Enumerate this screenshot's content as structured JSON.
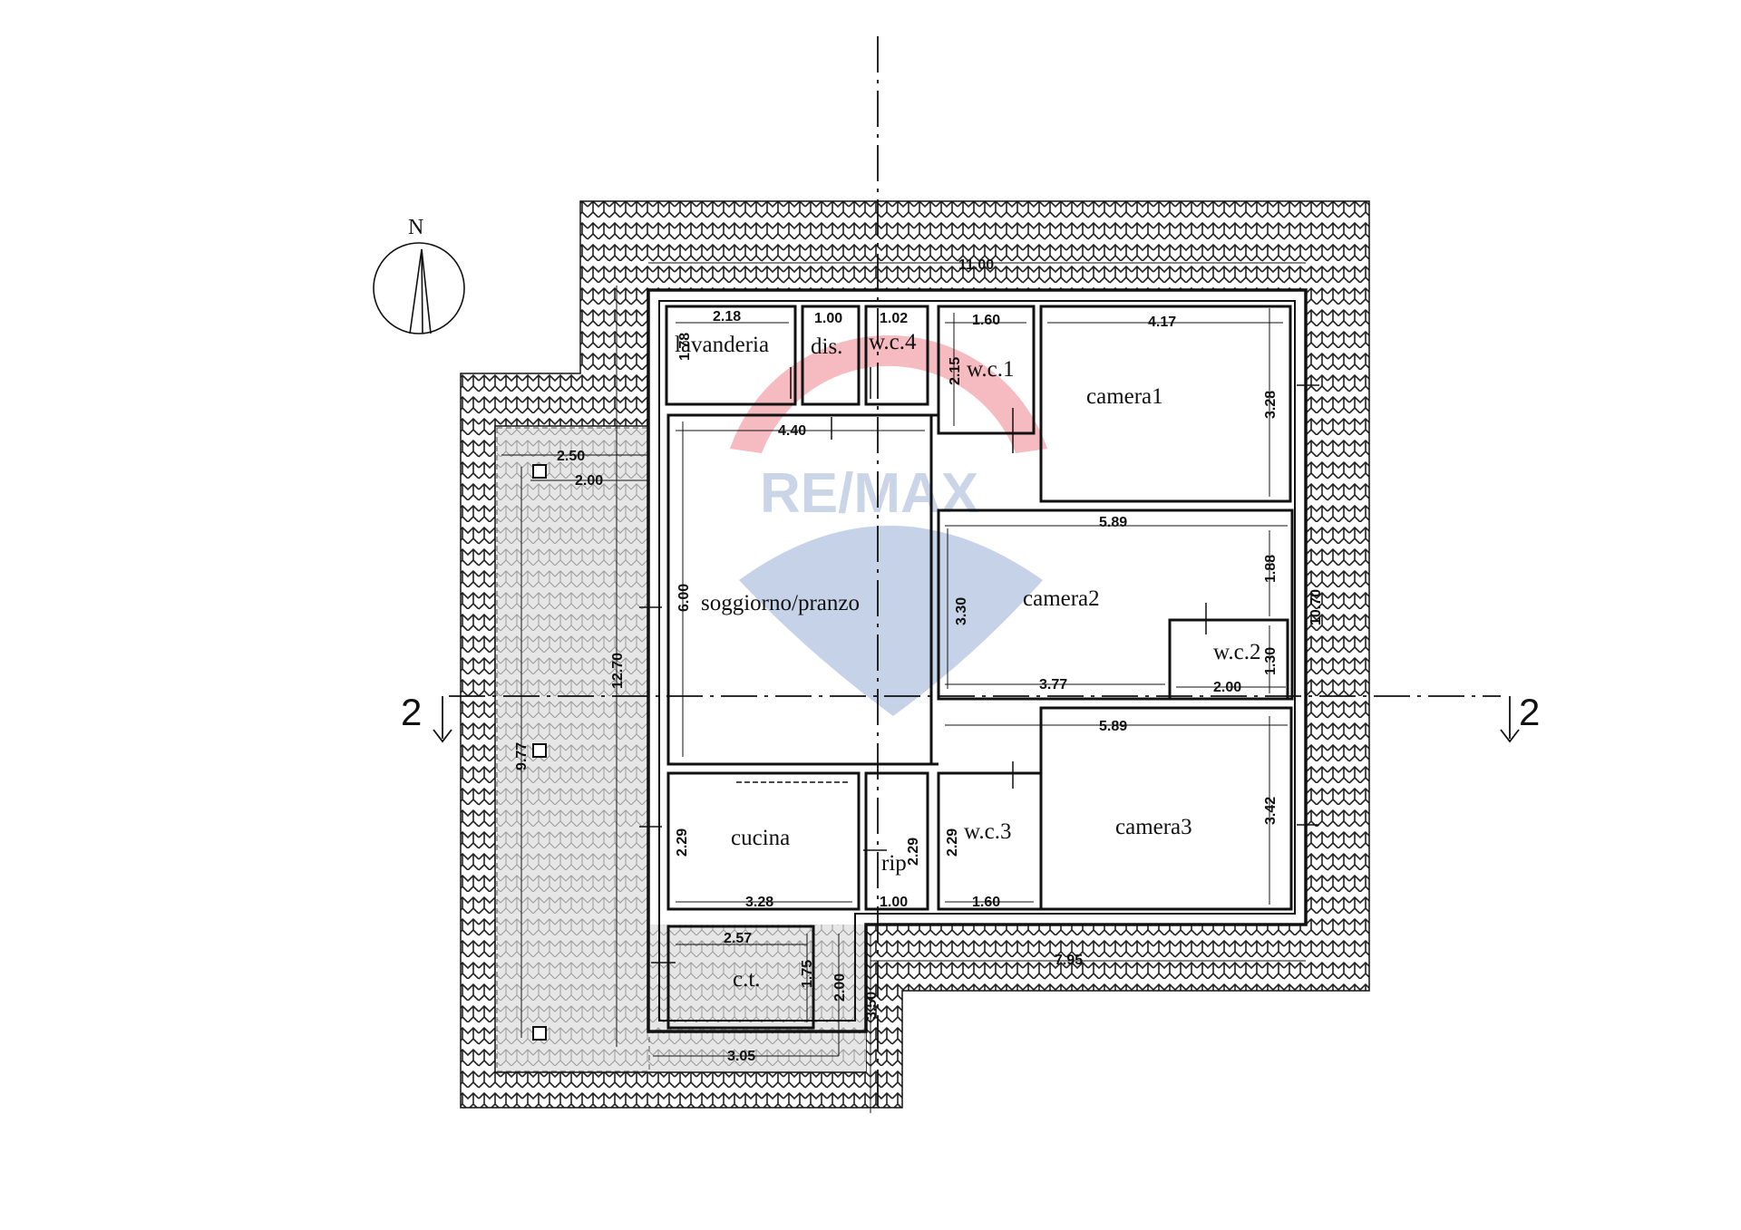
{
  "north_label": "N",
  "section_label": "2",
  "watermark": "RE/MAX",
  "rooms": {
    "lavanderia": "lavanderia",
    "dis": "dis.",
    "wc4": "w.c.4",
    "wc1": "w.c.1",
    "camera1": "camera1",
    "soggiorno": "soggiorno/pranzo",
    "camera2": "camera2",
    "wc2": "w.c.2",
    "cucina": "cucina",
    "rip": "rip",
    "wc3": "w.c.3",
    "camera3": "camera3",
    "ct": "c.t."
  },
  "dims": {
    "d_11_00": "11.00",
    "d_2_18": "2.18",
    "d_1_00a": "1.00",
    "d_1_02": "1.02",
    "d_1_60a": "1.60",
    "d_4_17": "4.17",
    "d_1_78": "1.78",
    "d_2_15": "2.15",
    "d_3_28a": "3.28",
    "d_4_40": "4.40",
    "d_2_50": "2.50",
    "d_2_00a": "2.00",
    "d_5_89a": "5.89",
    "d_6_00": "6.00",
    "d_3_30": "3.30",
    "d_1_88": "1.88",
    "d_10_70": "10.70",
    "d_12_70": "12.70",
    "d_9_77": "9.77",
    "d_1_30": "1.30",
    "d_3_77": "3.77",
    "d_2_00b": "2.00",
    "d_5_89b": "5.89",
    "d_3_42": "3.42",
    "d_2_29a": "2.29",
    "d_2_29b": "2.29",
    "d_2_29c": "2.29",
    "d_3_28b": "3.28",
    "d_1_00b": "1.00",
    "d_1_60b": "1.60",
    "d_2_57": "2.57",
    "d_1_75": "1.75",
    "d_2_00c": "2.00",
    "d_3_50": "3.50",
    "d_7_95": "7.95",
    "d_3_05": "3.05"
  },
  "colors": {
    "line": "#111111",
    "hatch": "#222222",
    "watermark_red": "#e63b4a",
    "watermark_blue": "#2f5ea8"
  }
}
